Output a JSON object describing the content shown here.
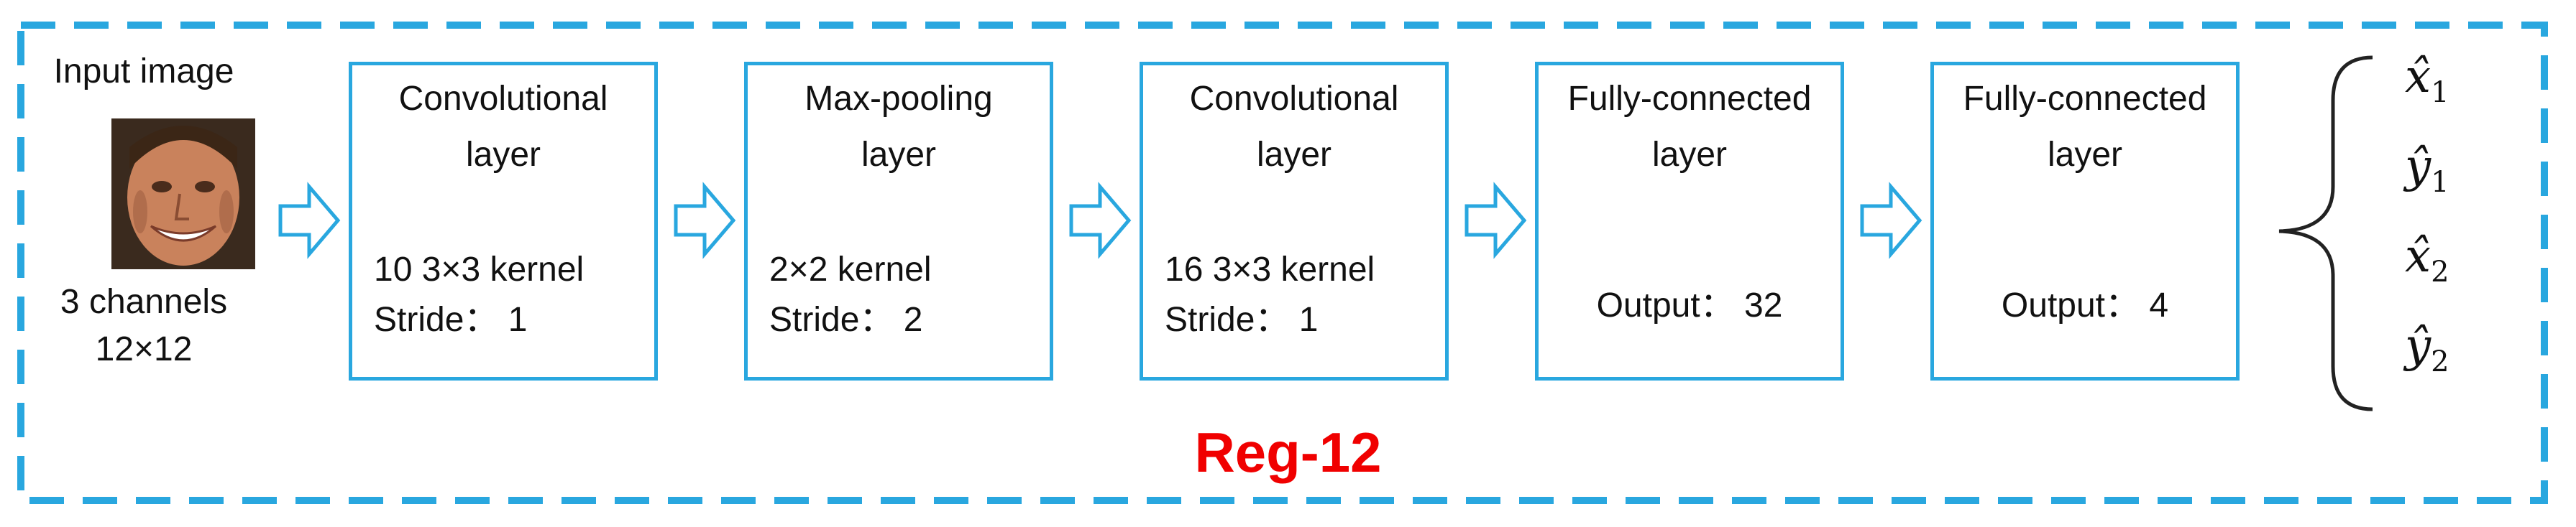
{
  "diagram": {
    "title": "Reg-12",
    "colors": {
      "border": "#29a7df",
      "title": "#f00000"
    },
    "input": {
      "title": "Input image",
      "channels": "3 channels",
      "size": "12×12",
      "image_icon": "face-photo"
    },
    "layers": [
      {
        "title_line1": "Convolutional",
        "title_line2": "layer",
        "param1": "10  3×3 kernel",
        "param2": "Stride： 1"
      },
      {
        "title_line1": "Max-pooling",
        "title_line2": "layer",
        "param1": "2×2 kernel",
        "param2": "Stride： 2"
      },
      {
        "title_line1": "Convolutional",
        "title_line2": "layer",
        "param1": "16  3×3 kernel",
        "param2": "Stride： 1"
      },
      {
        "title_line1": "Fully-connected",
        "title_line2": "layer",
        "param1": "Output： 32"
      },
      {
        "title_line1": "Fully-connected",
        "title_line2": "layer",
        "param1": "Output： 4"
      }
    ],
    "outputs": [
      {
        "base": "x̂",
        "sub": "1"
      },
      {
        "base": "ŷ",
        "sub": "1"
      },
      {
        "base": "x̂",
        "sub": "2"
      },
      {
        "base": "ŷ",
        "sub": "2"
      }
    ]
  }
}
